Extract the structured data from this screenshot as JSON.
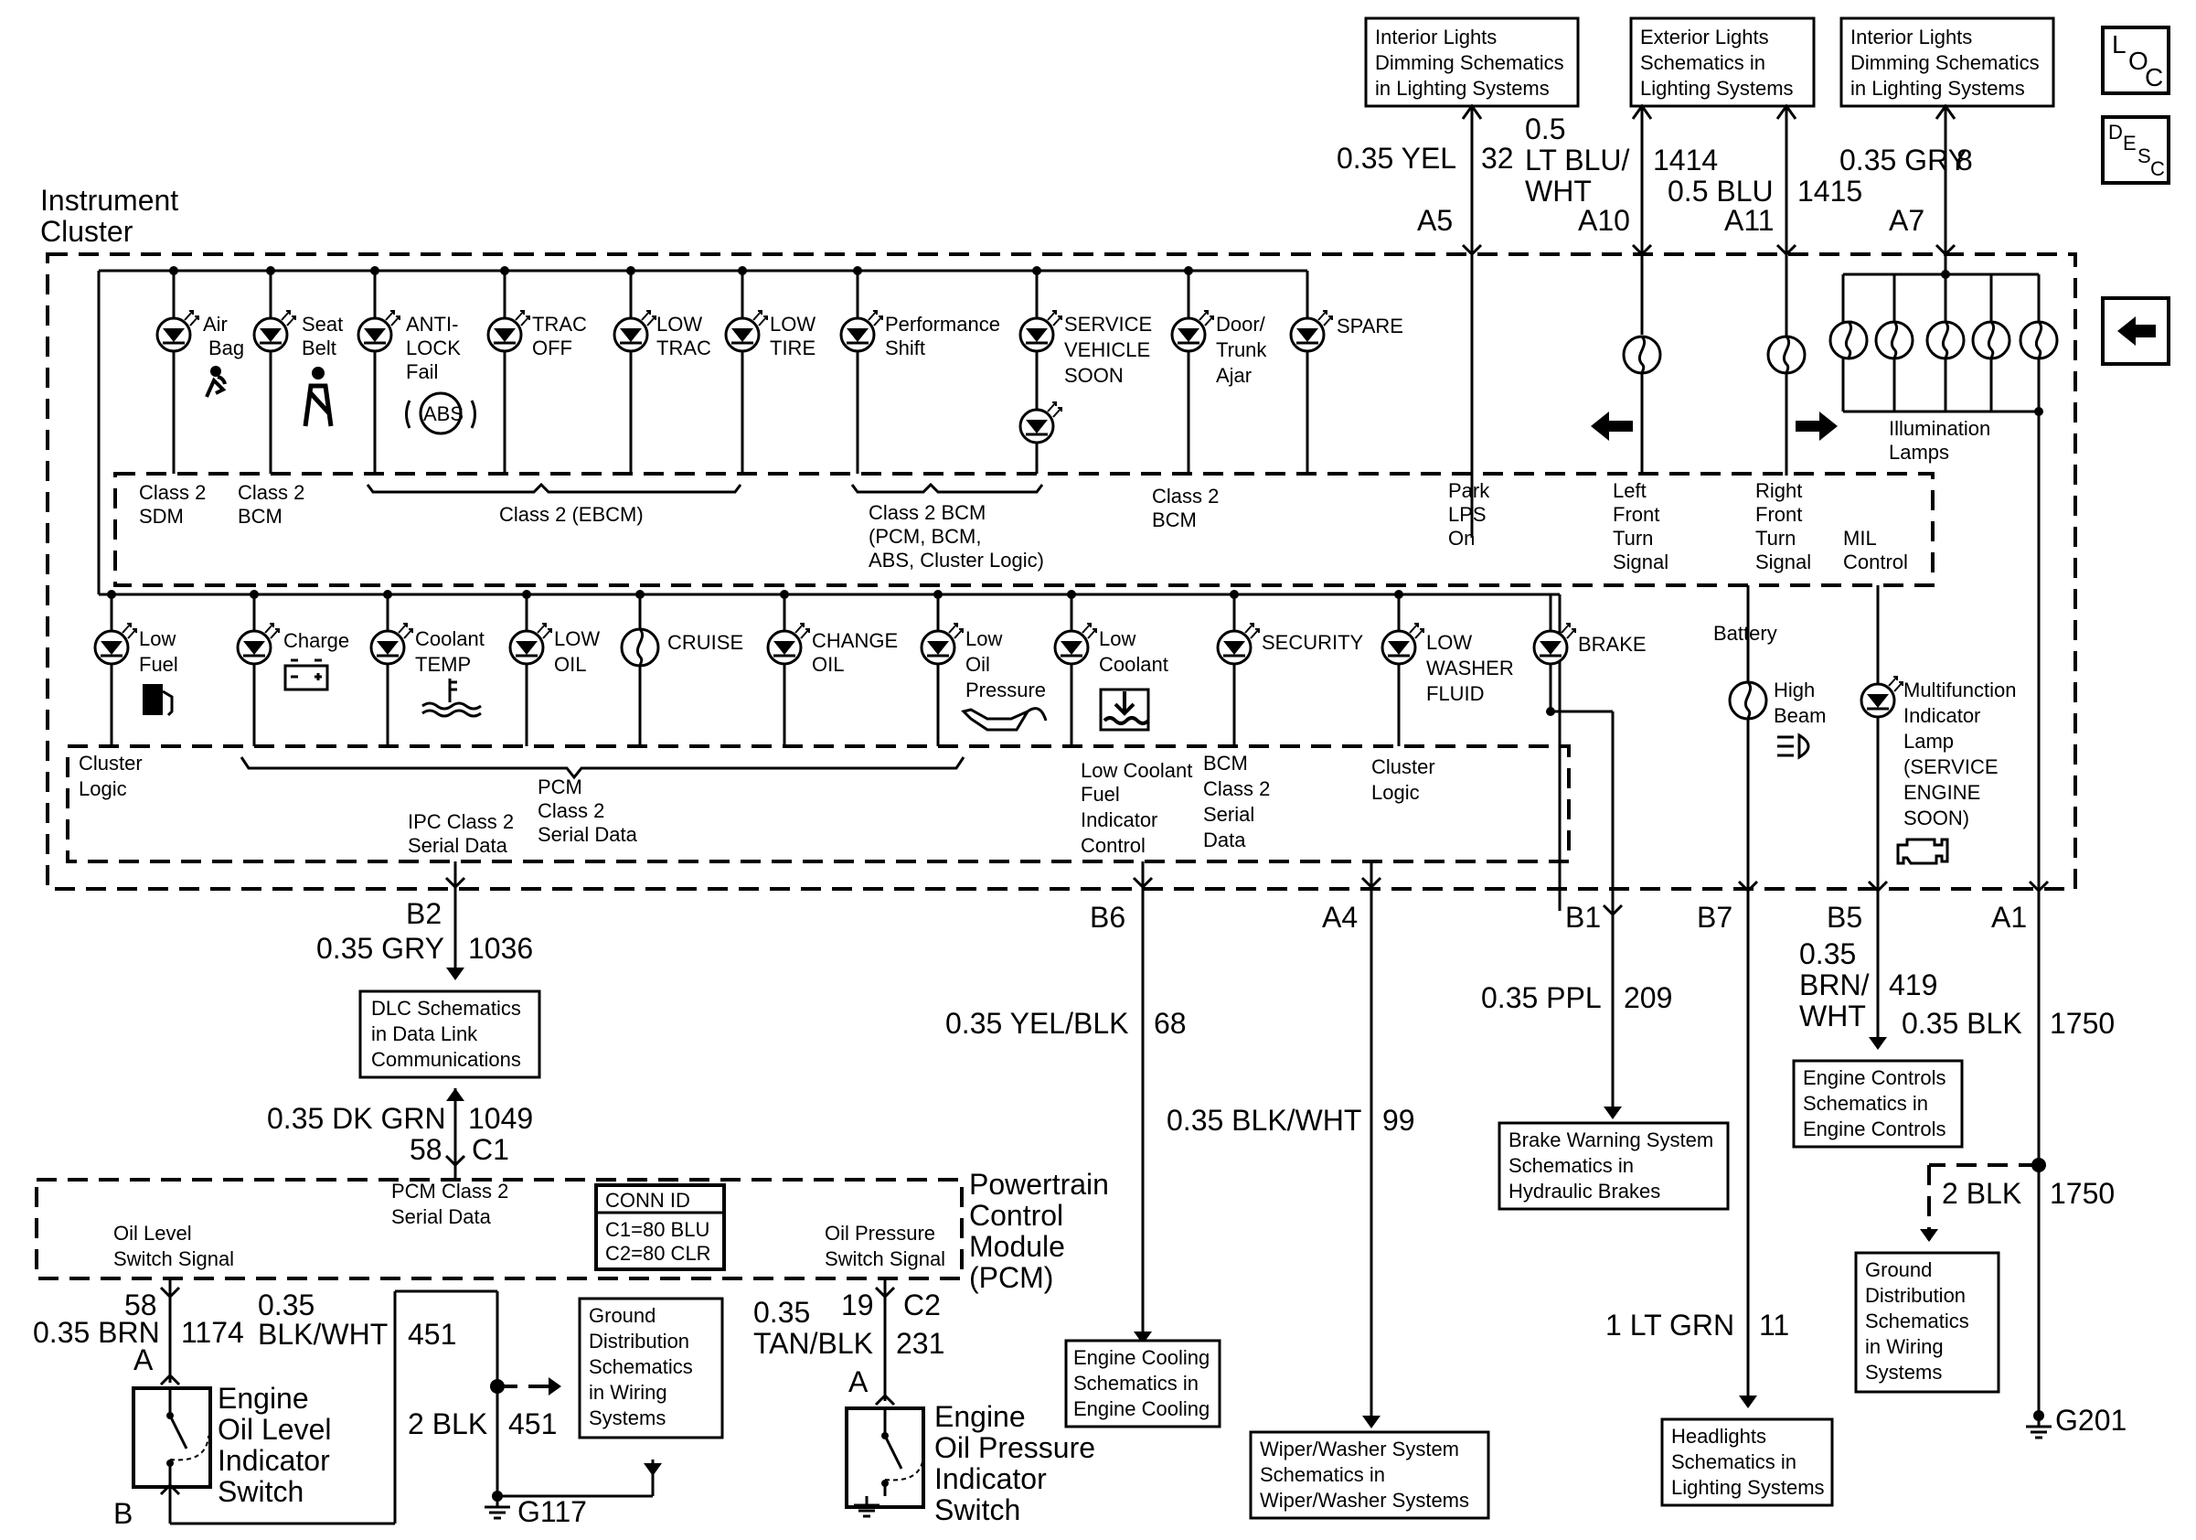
{
  "instrument_cluster": {
    "line1": "Instrument",
    "line2": "Cluster"
  },
  "top_refs": [
    {
      "l1": "Interior Lights",
      "l2": "Dimming Schematics",
      "l3": "in Lighting Systems"
    },
    {
      "l1": "Exterior Lights",
      "l2": "Schematics in",
      "l3": "Lighting Systems"
    },
    {
      "l1": "Interior Lights",
      "l2": "Dimming Schematics",
      "l3": "in Lighting Systems"
    }
  ],
  "top_wires": {
    "a5": {
      "color": "0.35 YEL",
      "circuit": "32",
      "pin": "A5"
    },
    "a10": {
      "color1": "0.5",
      "color2": "LT BLU/",
      "color3": "WHT",
      "circuit": "1414",
      "pin": "A10"
    },
    "a11": {
      "color": "0.5 BLU",
      "circuit": "1415",
      "pin": "A11"
    },
    "a7": {
      "color": "0.35 GRY",
      "circuit": "8",
      "pin": "A7"
    }
  },
  "side_buttons": {
    "loc": [
      "L",
      "O",
      "C"
    ],
    "desc": [
      "D",
      "E",
      "S",
      "C"
    ],
    "back": "back-arrow"
  },
  "row1": [
    {
      "l1": "Air",
      "l2": "Bag",
      "l3": ""
    },
    {
      "l1": "Seat",
      "l2": "Belt",
      "l3": ""
    },
    {
      "l1": "ANTI-",
      "l2": "LOCK",
      "l3": "Fail"
    },
    {
      "l1": "TRAC",
      "l2": "OFF",
      "l3": ""
    },
    {
      "l1": "LOW",
      "l2": "TRAC",
      "l3": ""
    },
    {
      "l1": "LOW",
      "l2": "TIRE",
      "l3": ""
    },
    {
      "l1": "Performance",
      "l2": "Shift",
      "l3": ""
    },
    {
      "l1": "SERVICE",
      "l2": "VEHICLE",
      "l3": "SOON"
    },
    {
      "l1": "Door/",
      "l2": "Trunk",
      "l3": "Ajar"
    },
    {
      "l1": "SPARE",
      "l2": "",
      "l3": ""
    }
  ],
  "abs_label": "ABS",
  "illumination": {
    "l1": "Illumination",
    "l2": "Lamps"
  },
  "upper_logic": {
    "sdm": {
      "l1": "Class 2",
      "l2": "SDM"
    },
    "bcm": {
      "l1": "Class 2",
      "l2": "BCM"
    },
    "ebcm": "Class 2 (EBCM)",
    "bcm_multi": {
      "l1": "Class 2 BCM",
      "l2": "(PCM, BCM,",
      "l3": "ABS, Cluster Logic)"
    },
    "bcm2": {
      "l1": "Class 2",
      "l2": "BCM"
    },
    "park": {
      "l1": "Park",
      "l2": "LPS",
      "l3": "On"
    },
    "lf_turn": {
      "l1": "Left",
      "l2": "Front",
      "l3": "Turn",
      "l4": "Signal"
    },
    "rf_turn": {
      "l1": "Right",
      "l2": "Front",
      "l3": "Turn",
      "l4": "Signal"
    },
    "mil": {
      "l1": "MIL",
      "l2": "Control"
    }
  },
  "row2": [
    {
      "l1": "Low",
      "l2": "Fuel",
      "l3": ""
    },
    {
      "l1": "Charge",
      "l2": "",
      "l3": ""
    },
    {
      "l1": "Coolant",
      "l2": "TEMP",
      "l3": ""
    },
    {
      "l1": "LOW",
      "l2": "OIL",
      "l3": ""
    },
    {
      "l1": "CRUISE",
      "l2": "",
      "l3": ""
    },
    {
      "l1": "CHANGE",
      "l2": "OIL",
      "l3": ""
    },
    {
      "l1": "Low",
      "l2": "Oil",
      "l3": "Pressure"
    },
    {
      "l1": "Low",
      "l2": "Coolant",
      "l3": ""
    },
    {
      "l1": "SECURITY",
      "l2": "",
      "l3": ""
    },
    {
      "l1": "LOW",
      "l2": "WASHER",
      "l3": "FLUID"
    },
    {
      "l1": "BRAKE",
      "l2": "",
      "l3": ""
    }
  ],
  "battery": "Battery",
  "high_beam": {
    "l1": "High",
    "l2": "Beam"
  },
  "mil_lamp": {
    "l1": "Multifunction",
    "l2": "Indicator",
    "l3": "Lamp",
    "l4": "(SERVICE",
    "l5": "ENGINE",
    "l6": "SOON)"
  },
  "lower_logic": {
    "cluster_logic": {
      "l1": "Cluster",
      "l2": "Logic"
    },
    "pcm": {
      "l1": "PCM",
      "l2": "Class 2",
      "l3": "Serial Data"
    },
    "ipc": {
      "l1": "IPC Class 2",
      "l2": "Serial Data"
    },
    "low_coolant": {
      "l1": "Low Coolant",
      "l2": "Fuel",
      "l3": "Indicator",
      "l4": "Control"
    },
    "bcm": {
      "l1": "BCM",
      "l2": "Class 2",
      "l3": "Serial",
      "l4": "Data"
    },
    "cluster_logic2": {
      "l1": "Cluster",
      "l2": "Logic"
    }
  },
  "pins_bottom": {
    "b2": "B2",
    "b6": "B6",
    "a4": "A4",
    "b1": "B1",
    "b7": "B7",
    "b5": "B5",
    "a1": "A1"
  },
  "wires_bottom": {
    "b2": {
      "color": "0.35 GRY",
      "circuit": "1036"
    },
    "b6": {
      "color": "0.35 YEL/BLK",
      "circuit": "68"
    },
    "a4": {
      "color": "0.35 BLK/WHT",
      "circuit": "99"
    },
    "b1": {
      "color": "0.35 PPL",
      "circuit": "209"
    },
    "b7": {
      "color": "1 LT GRN",
      "circuit": "11"
    },
    "b5": {
      "color1": "0.35",
      "color2": "BRN/",
      "color3": "WHT",
      "circuit": "419"
    },
    "a1": {
      "color": "0.35 BLK",
      "circuit": "1750"
    },
    "ground_branch": {
      "color": "2 BLK",
      "circuit": "1750"
    }
  },
  "refs_bottom": {
    "dlc": {
      "l1": "DLC Schematics",
      "l2": "in Data Link",
      "l3": "Communications"
    },
    "cooling": {
      "l1": "Engine Cooling",
      "l2": "Schematics in",
      "l3": "Engine Cooling"
    },
    "wiper": {
      "l1": "Wiper/Washer System",
      "l2": "Schematics in",
      "l3": "Wiper/Washer Systems"
    },
    "brake": {
      "l1": "Brake Warning System",
      "l2": "Schematics in",
      "l3": "Hydraulic Brakes"
    },
    "headlights": {
      "l1": "Headlights",
      "l2": "Schematics in",
      "l3": "Lighting Systems"
    },
    "engine_ctrl": {
      "l1": "Engine Controls",
      "l2": "Schematics in",
      "l3": "Engine Controls"
    },
    "ground_right": {
      "l1": "Ground",
      "l2": "Distribution",
      "l3": "Schematics",
      "l4": "in Wiring",
      "l5": "Systems"
    },
    "ground_left": {
      "l1": "Ground",
      "l2": "Distribution",
      "l3": "Schematics",
      "l4": "in Wiring",
      "l5": "Systems"
    }
  },
  "pcm_module": {
    "title": {
      "l1": "Powertrain",
      "l2": "Control",
      "l3": "Module",
      "l4": "(PCM)"
    },
    "class2": {
      "l1": "PCM Class 2",
      "l2": "Serial Data"
    },
    "oil_level": {
      "l1": "Oil Level",
      "l2": "Switch Signal"
    },
    "oil_pressure": {
      "l1": "Oil Pressure",
      "l2": "Switch Signal"
    },
    "conn": {
      "title": "CONN ID",
      "c1": "C1=80 BLU",
      "c2": "C2=80 CLR"
    },
    "dk_grn": {
      "color": "0.35 DK GRN",
      "circuit": "1049",
      "pin": "58",
      "conn": "C1"
    }
  },
  "oil_level_circuit": {
    "pin": "58",
    "brn": "0.35 BRN",
    "c1174": "1174",
    "a": "A",
    "bw1": "0.35",
    "bw2": "BLK/WHT",
    "c451": "451",
    "switch": {
      "l1": "Engine",
      "l2": "Oil Level",
      "l3": "Indicator",
      "l4": "Switch"
    },
    "b": "B",
    "blk": "2 BLK",
    "c451b": "451",
    "ground": "G117"
  },
  "oil_pressure_circuit": {
    "pin": "19",
    "conn": "C2",
    "tan1": "0.35",
    "tan2": "TAN/BLK",
    "c231": "231",
    "a": "A",
    "switch": {
      "l1": "Engine",
      "l2": "Oil Pressure",
      "l3": "Indicator",
      "l4": "Switch"
    }
  },
  "g201": "G201"
}
